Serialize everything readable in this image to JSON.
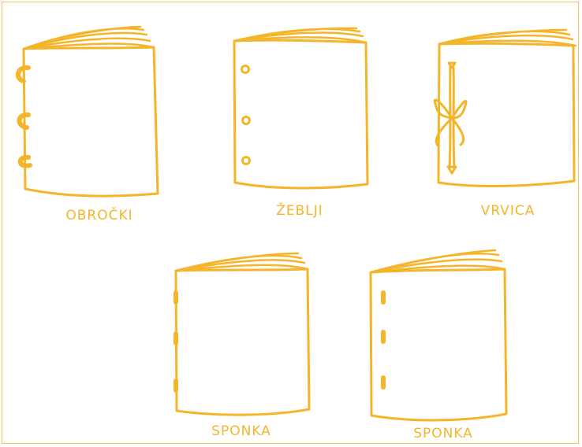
{
  "labels": {
    "rings": "OBROČKI",
    "nails": "ŽEBLJI",
    "string": "VRVICA",
    "staple_1": "SPONKA",
    "staple_2": "SPONKA"
  },
  "colors": {
    "line": "#f5b52b",
    "frame": "#f6c45a",
    "background": "#ffffff"
  },
  "binding_icons": [
    "ring-binding",
    "nail-binding",
    "string-binding",
    "staple-binding",
    "staple-binding"
  ]
}
